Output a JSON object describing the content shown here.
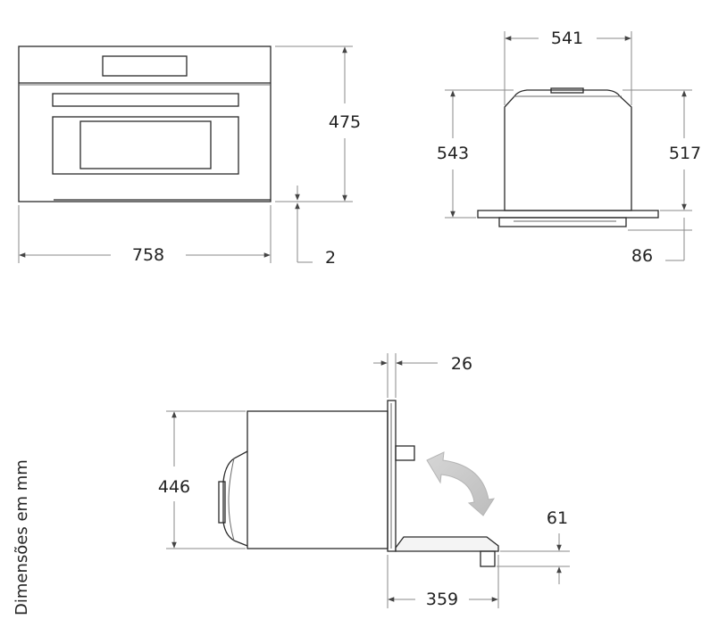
{
  "front_view": {
    "width_dim": "758",
    "height_dim": "475",
    "gap_dim": "2"
  },
  "top_view": {
    "width_dim": "541",
    "depth_dim": "543",
    "depth_body_dim": "517",
    "rim_dim": "86"
  },
  "side_view": {
    "height_dim": "446",
    "panel_dim": "26",
    "door_open_dim": "359",
    "drop_dim": "61"
  },
  "units_label": "Dimensões em mm",
  "colors": {
    "line": "#2a2a2a",
    "ext": "#8a8a8a",
    "arrow": "#c8c8c8"
  }
}
